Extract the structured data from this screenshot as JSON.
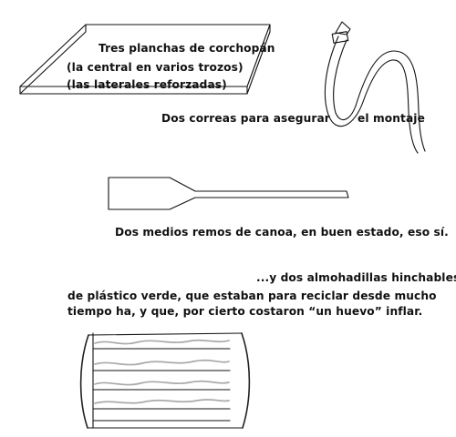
{
  "planchas": {
    "line1": "Tres planchas de corchopán",
    "line2": "(la central en varios trozos)",
    "line3": "(las laterales reforzadas)"
  },
  "correas": {
    "part1": "Dos correas para asegurar",
    "part2": "el montaje"
  },
  "remos": {
    "text": "Dos medios remos de canoa, en buen estado, eso sí."
  },
  "almohadillas": {
    "line1": "...y dos almohadillas hinchables",
    "line2": "de plástico verde, que estaban para reciclar desde mucho",
    "line3": "tiempo ha, y que, por cierto costaron “un huevo” inflar."
  }
}
